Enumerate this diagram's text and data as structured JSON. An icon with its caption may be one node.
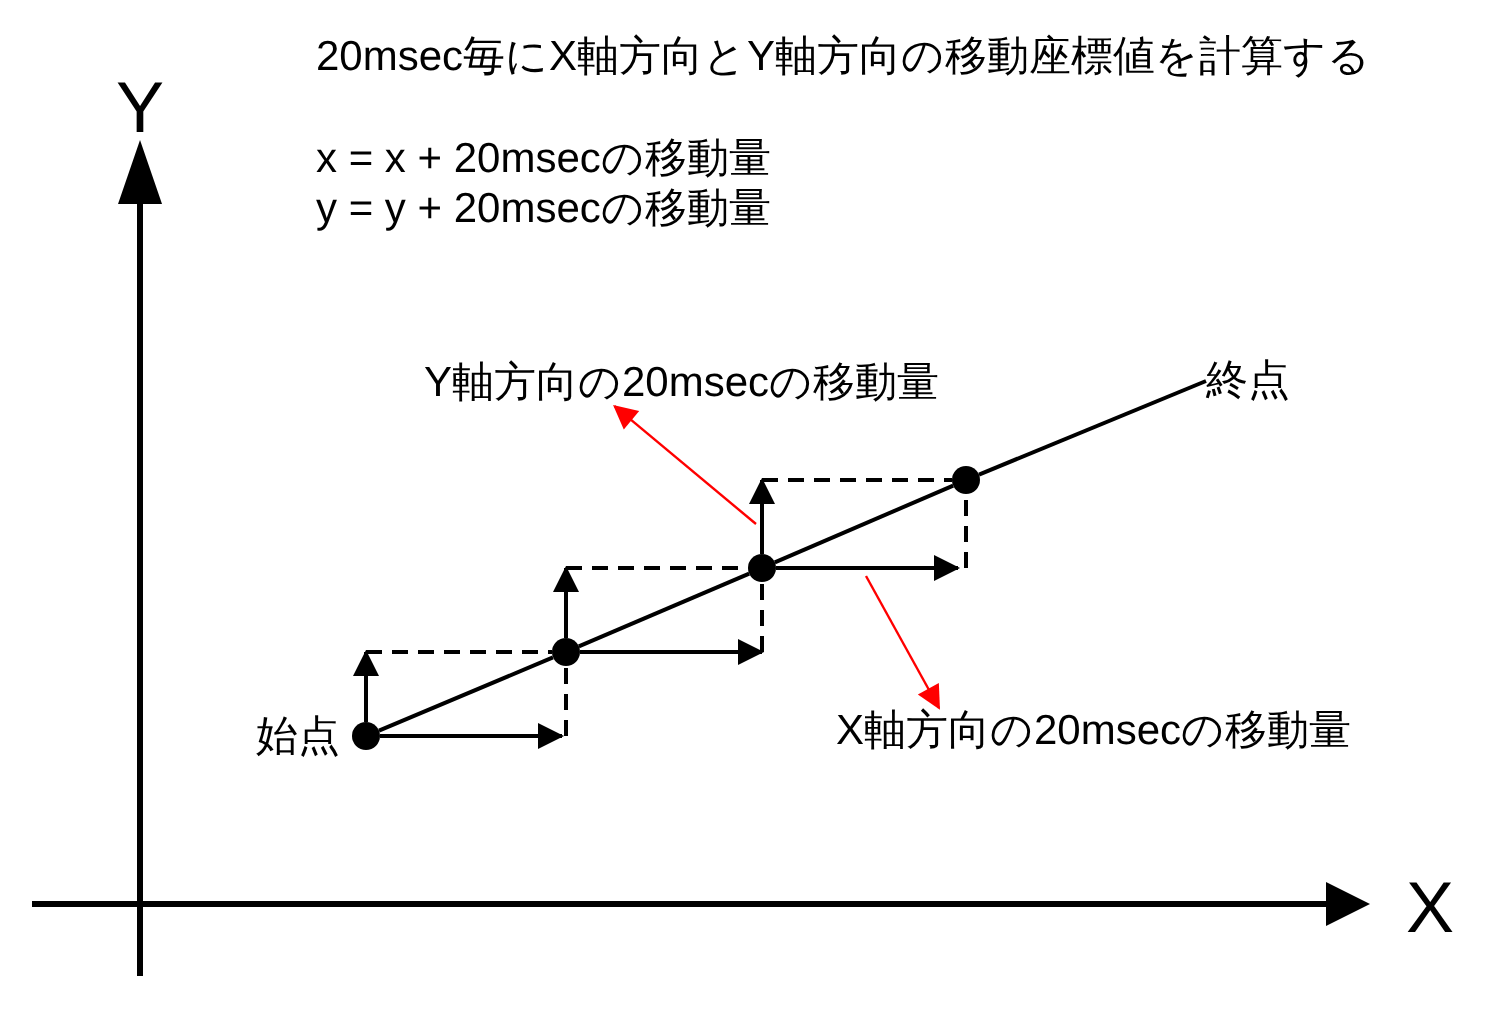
{
  "diagram": {
    "nodes": [
      {
        "text": [
          "Y軸方向の20msecの移動量"
        ]
      },
      {
        "text": [
          "終点"
        ]
      },
      {
        "text": [],
        "shape": "circle",
        "beside": [
          "始点"
        ]
      },
      {
        "text": [],
        "shape": "circle"
      },
      {
        "text": [],
        "shape": "circle"
      },
      {
        "text": [],
        "shape": "circle"
      },
      {
        "text": [
          "X軸方向の20msecの移動量"
        ]
      }
    ],
    "edges": [
      {
        "from": 2,
        "to": 3,
        "arrow": "none"
      },
      {
        "from": 3,
        "to": 4,
        "arrow": "none"
      },
      {
        "from": 4,
        "to": 5,
        "arrow": "none"
      },
      {
        "from": 5,
        "to": 1,
        "arrow": "none"
      },
      {
        "from": 2,
        "to": null,
        "arrow": "to"
      },
      {
        "from": 2,
        "to": null,
        "arrow": "to"
      },
      {
        "from": null,
        "to": 3,
        "arrow": "none",
        "style": "dashed"
      },
      {
        "from": null,
        "to": 3,
        "arrow": "none",
        "style": "dashed"
      },
      {
        "from": 3,
        "to": null,
        "arrow": "to"
      },
      {
        "from": 3,
        "to": null,
        "arrow": "to"
      },
      {
        "from": null,
        "to": 4,
        "arrow": "none",
        "style": "dashed"
      },
      {
        "from": null,
        "to": 4,
        "arrow": "none",
        "style": "dashed"
      },
      {
        "from": 4,
        "to": null,
        "arrow": "to"
      },
      {
        "from": 4,
        "to": null,
        "arrow": "to"
      },
      {
        "from": null,
        "to": 5,
        "arrow": "none",
        "style": "dashed"
      },
      {
        "from": null,
        "to": 5,
        "arrow": "none",
        "style": "dashed"
      },
      {
        "from": null,
        "to": 0,
        "arrow": "to",
        "color": "#ff0000"
      },
      {
        "from": null,
        "to": 6,
        "arrow": "to",
        "color": "#ff0000"
      }
    ],
    "labels": [
      "20msec毎にX軸方向とY軸方向の移動座標値を計算する",
      "Y",
      "x = x + 20msecの移動量",
      "y = y + 20msecの移動量",
      "X"
    ]
  }
}
